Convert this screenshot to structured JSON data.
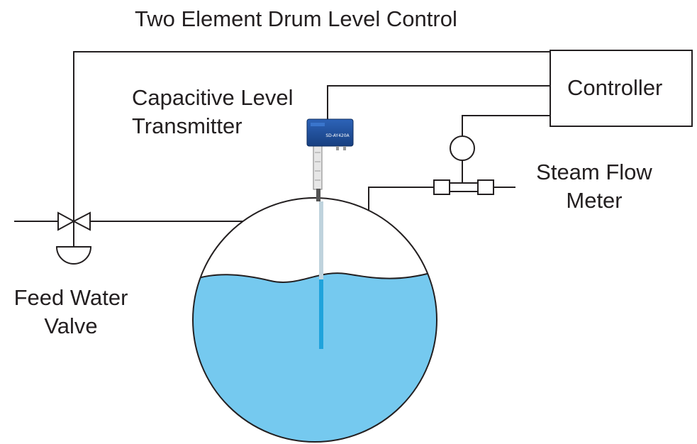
{
  "title": "Two Element Drum Level Control",
  "controller": {
    "label": "Controller"
  },
  "transmitter": {
    "label_line1": "Capacitive Level",
    "label_line2": "Transmitter",
    "device_model": "SD-AY420A"
  },
  "steam_flow_meter": {
    "label_line1": "Steam Flow",
    "label_line2": "Meter"
  },
  "feed_water_valve": {
    "label_line1": "Feed Water",
    "label_line2": "Valve"
  },
  "colors": {
    "line": "#231f20",
    "water": "#75c9ef",
    "probe_tip": "#1fa3dc",
    "transmitter_body": "#1f4f9e"
  }
}
